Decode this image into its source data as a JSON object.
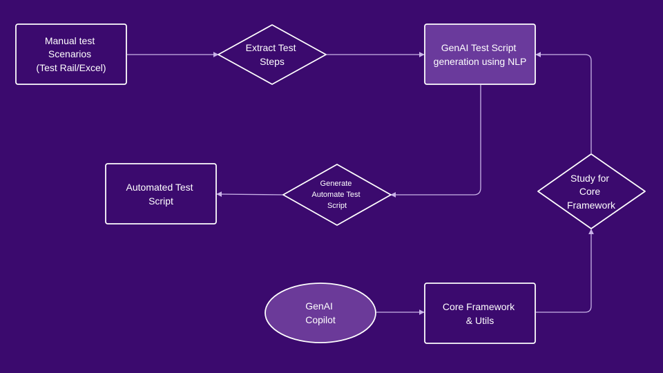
{
  "colors": {
    "background": "#3b0a6e",
    "node_stroke": "#ffffff",
    "highlight_fill": "#6a3a9c",
    "ellipse_fill": "#6b3a99",
    "edge": "#c9b3e8"
  },
  "nodes": {
    "manual": {
      "lines": [
        "Manual test",
        "Scenarios",
        "(Test Rail/Excel)"
      ]
    },
    "extract": {
      "lines": [
        "Extract Test",
        "Steps"
      ]
    },
    "genai_script": {
      "lines": [
        "GenAI Test Script",
        "generation using NLP"
      ]
    },
    "automated": {
      "lines": [
        "Automated Test",
        "Script"
      ]
    },
    "generate": {
      "lines": [
        "Generate",
        "Automate Test",
        "Script"
      ]
    },
    "study": {
      "lines": [
        "Study for",
        "Core",
        "Framework"
      ]
    },
    "copilot": {
      "lines": [
        "GenAI",
        "Copilot"
      ]
    },
    "core": {
      "lines": [
        "Core Framework",
        "& Utils"
      ]
    }
  }
}
